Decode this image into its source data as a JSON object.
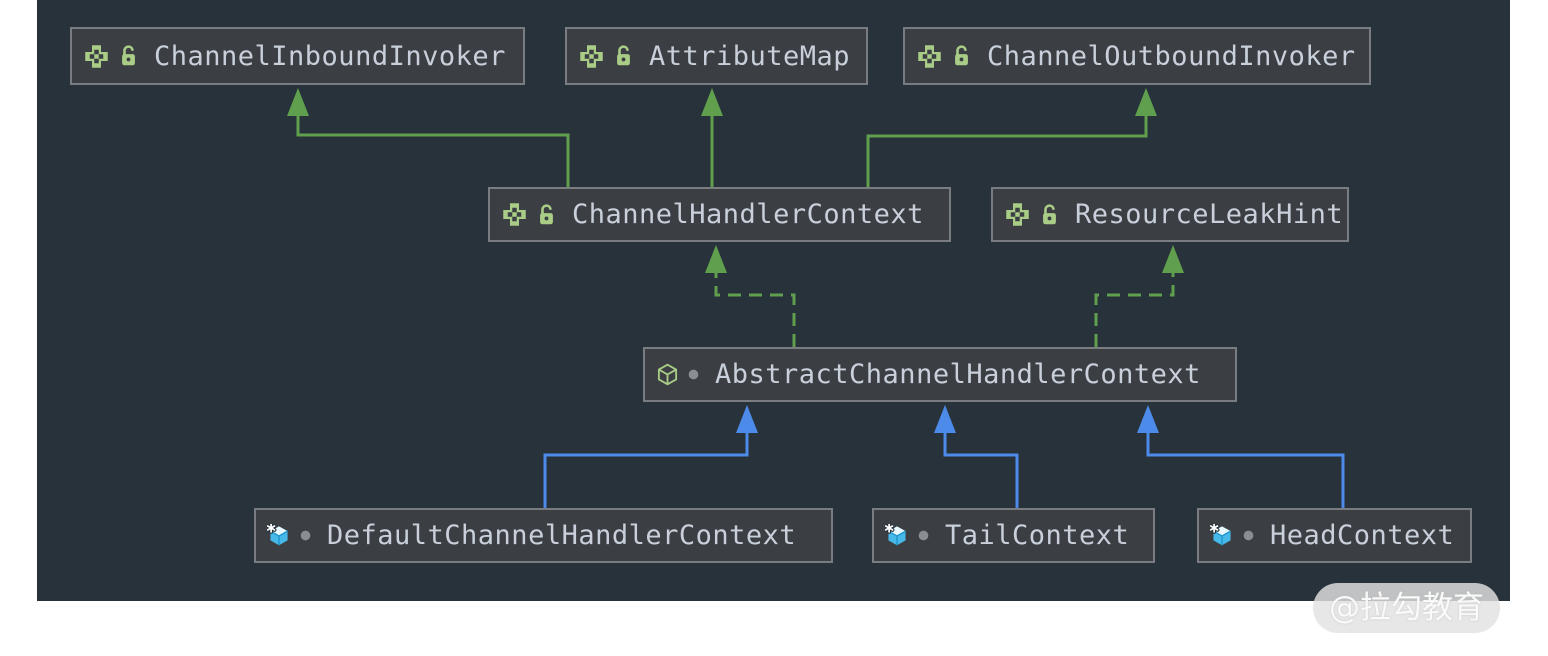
{
  "diagram": {
    "tool": "uml-class-diagram",
    "nodes": [
      {
        "id": "ChannelInboundInvoker",
        "label": "ChannelInboundInvoker",
        "kind": "interface",
        "visibility": "public"
      },
      {
        "id": "AttributeMap",
        "label": "AttributeMap",
        "kind": "interface",
        "visibility": "public"
      },
      {
        "id": "ChannelOutboundInvoker",
        "label": "ChannelOutboundInvoker",
        "kind": "interface",
        "visibility": "public"
      },
      {
        "id": "ChannelHandlerContext",
        "label": "ChannelHandlerContext",
        "kind": "interface",
        "visibility": "public"
      },
      {
        "id": "ResourceLeakHint",
        "label": "ResourceLeakHint",
        "kind": "interface",
        "visibility": "public"
      },
      {
        "id": "AbstractChannelHandlerContext",
        "label": "AbstractChannelHandlerContext",
        "kind": "abstract_class",
        "visibility": "package-private"
      },
      {
        "id": "DefaultChannelHandlerContext",
        "label": "DefaultChannelHandlerContext",
        "kind": "class",
        "final": true,
        "visibility": "package-private"
      },
      {
        "id": "TailContext",
        "label": "TailContext",
        "kind": "class",
        "final": true,
        "visibility": "package-private"
      },
      {
        "id": "HeadContext",
        "label": "HeadContext",
        "kind": "class",
        "final": true,
        "visibility": "package-private"
      }
    ],
    "edges": [
      {
        "from": "ChannelHandlerContext",
        "to": "ChannelInboundInvoker",
        "relation": "extends"
      },
      {
        "from": "ChannelHandlerContext",
        "to": "AttributeMap",
        "relation": "extends"
      },
      {
        "from": "ChannelHandlerContext",
        "to": "ChannelOutboundInvoker",
        "relation": "extends"
      },
      {
        "from": "AbstractChannelHandlerContext",
        "to": "ChannelHandlerContext",
        "relation": "implements"
      },
      {
        "from": "AbstractChannelHandlerContext",
        "to": "ResourceLeakHint",
        "relation": "implements"
      },
      {
        "from": "DefaultChannelHandlerContext",
        "to": "AbstractChannelHandlerContext",
        "relation": "extends"
      },
      {
        "from": "TailContext",
        "to": "AbstractChannelHandlerContext",
        "relation": "extends"
      },
      {
        "from": "HeadContext",
        "to": "AbstractChannelHandlerContext",
        "relation": "extends"
      }
    ],
    "icon_legend": {
      "interface-icon": "green plus grid",
      "lock-open-icon": "public visibility",
      "abstract-class-icon": "green wireframe cube",
      "final-class-icon": "blue cube with asterisk",
      "visibility-package-icon": "gray dot"
    }
  },
  "watermark": {
    "text": "@拉勾教育"
  },
  "colors": {
    "page_bg": "#FFFFFF",
    "canvas_bg": "#28323B",
    "node_bg": "#3B3F43",
    "node_border": "#797D81",
    "node_text": "#C9D0DB",
    "interface_green": "#A9CC86",
    "edge_green": "#5F9F4D",
    "edge_blue": "#4C8BE9",
    "class_blue": "#46B9E8",
    "visibility_dot_gray": "#8A8E92"
  }
}
